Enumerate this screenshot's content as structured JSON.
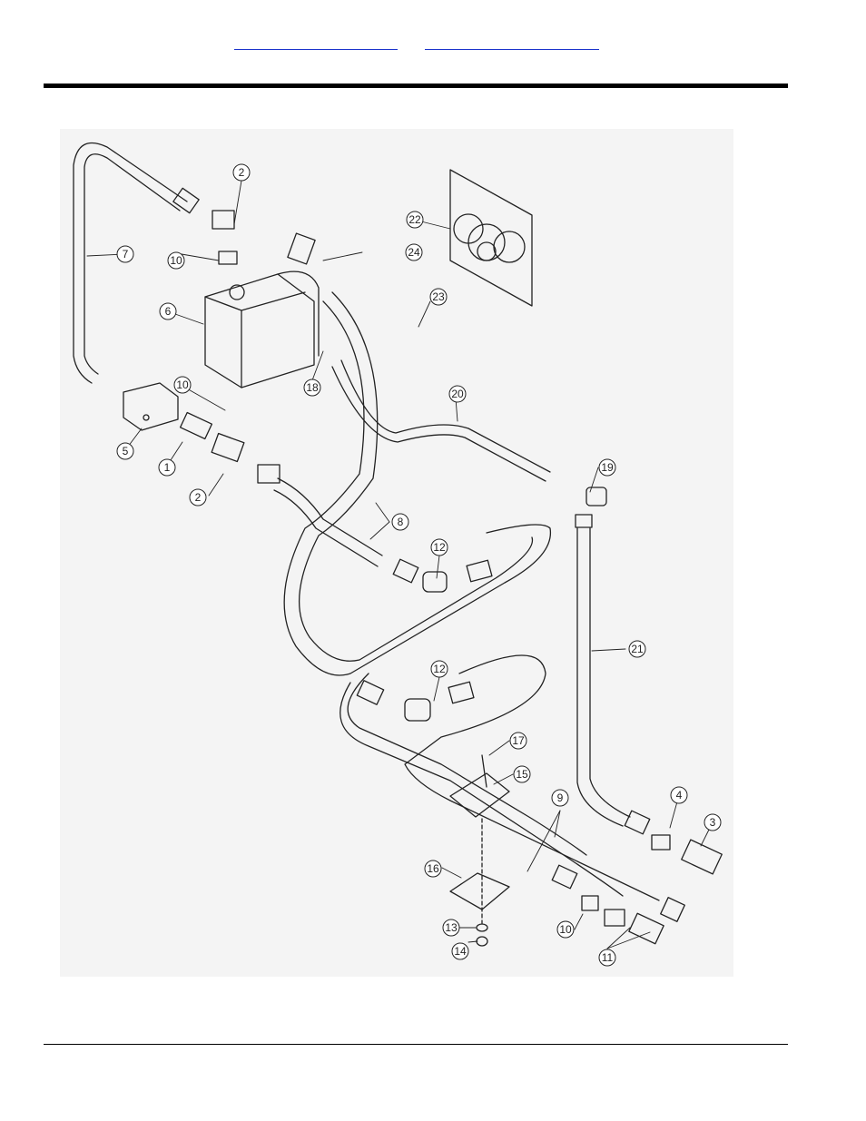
{
  "header": {
    "links": [
      {
        "id": "link-1",
        "text": ""
      },
      {
        "id": "link-2",
        "text": ""
      }
    ]
  },
  "diagram": {
    "callouts": [
      "1",
      "2",
      "2",
      "3",
      "4",
      "5",
      "6",
      "7",
      "8",
      "9",
      "10",
      "10",
      "10",
      "11",
      "12",
      "12",
      "13",
      "14",
      "15",
      "16",
      "17",
      "18",
      "19",
      "20",
      "21",
      "22",
      "23",
      "24"
    ]
  },
  "colors": {
    "link": "#1a33cc",
    "rule": "#000000",
    "drawing_bg": "#f4f4f4",
    "line": "#222222"
  }
}
